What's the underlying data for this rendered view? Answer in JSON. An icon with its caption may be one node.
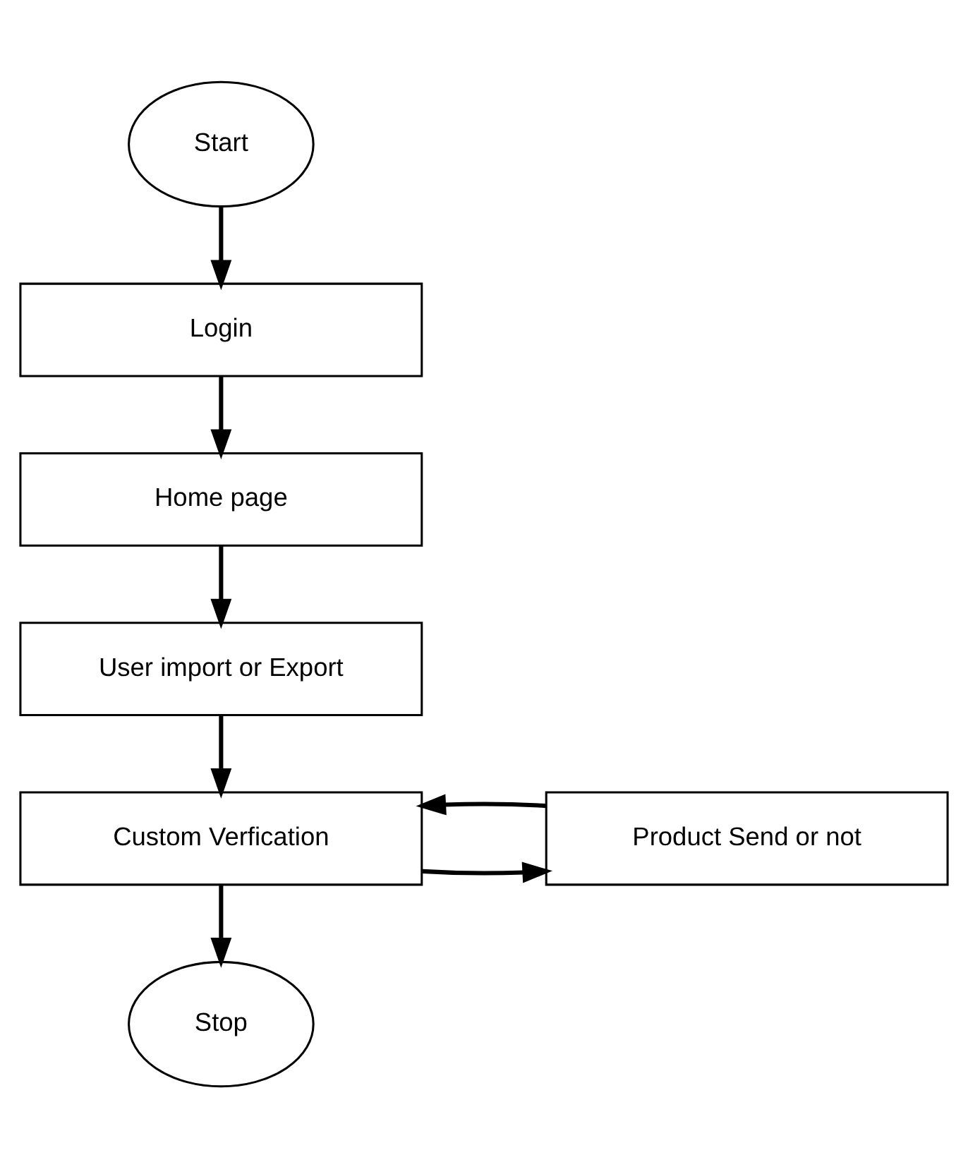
{
  "diagram": {
    "nodes": [
      {
        "text": [
          "Start"
        ]
      },
      {
        "text": [
          "Login"
        ]
      },
      {
        "text": [
          "Home page"
        ]
      },
      {
        "text": [
          "User import or Export"
        ]
      },
      {
        "text": [
          "Custom Verfication"
        ]
      },
      {
        "text": [
          "Product Send or not"
        ]
      },
      {
        "text": [
          "Stop"
        ]
      }
    ],
    "edges": [
      {
        "from": 0,
        "to": 1,
        "arrow": "to"
      },
      {
        "from": 1,
        "to": 2,
        "arrow": "to"
      },
      {
        "from": 2,
        "to": 3,
        "arrow": "to"
      },
      {
        "from": 3,
        "to": 4,
        "arrow": "to"
      },
      {
        "from": 4,
        "to": 5,
        "arrow": "to"
      },
      {
        "from": 5,
        "to": 4,
        "arrow": "to"
      },
      {
        "from": 4,
        "to": 6,
        "arrow": "to"
      }
    ]
  }
}
